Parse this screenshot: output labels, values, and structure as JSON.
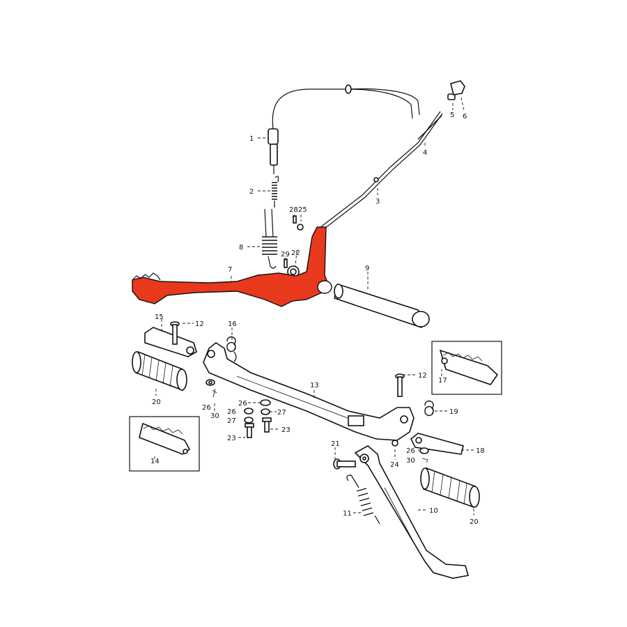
{
  "colors": {
    "highlight": "#e8391d",
    "line": "#111111",
    "background": "#ffffff"
  },
  "callouts": {
    "c1": "1",
    "c2": "2",
    "c3": "3",
    "c4": "4",
    "c5": "5",
    "c6": "6",
    "c7": "7",
    "c8": "8",
    "c9": "9",
    "c10": "10",
    "c11": "11",
    "c12a": "12",
    "c12b": "12",
    "c13": "13",
    "c14": "14",
    "c15": "15",
    "c16": "16",
    "c17": "17",
    "c18": "18",
    "c19": "19",
    "c20a": "20",
    "c20b": "20",
    "c21": "21",
    "c22": "22",
    "c23a": "23",
    "c23b": "23",
    "c24": "24",
    "c25": "25",
    "c26a": "26",
    "c26b": "26",
    "c26c": "26",
    "c26d": "26",
    "c27a": "27",
    "c27b": "27",
    "c28": "28",
    "c29": "29",
    "c30a": "30",
    "c30b": "30"
  }
}
